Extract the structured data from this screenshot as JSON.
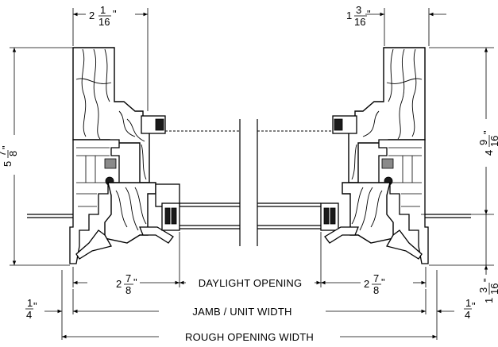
{
  "labels": {
    "daylight_opening": "DAYLIGHT OPENING",
    "jamb_unit_width": "JAMB / UNIT WIDTH",
    "rough_opening_width": "ROUGH OPENING WIDTH"
  },
  "dimensions": {
    "top_left": {
      "whole": "2",
      "num": "1",
      "den": "16",
      "unit": "\""
    },
    "top_right": {
      "whole": "1",
      "num": "3",
      "den": "16",
      "unit": "\""
    },
    "left_height": {
      "whole": "5",
      "num": "7",
      "den": "8",
      "unit": "\""
    },
    "right_height": {
      "whole": "4",
      "num": "9",
      "den": "16",
      "unit": "\""
    },
    "right_small": {
      "whole": "1",
      "num": "3",
      "den": "16",
      "unit": "\""
    },
    "bottom_left_sash": {
      "whole": "2",
      "num": "7",
      "den": "8",
      "unit": "\""
    },
    "bottom_right_sash": {
      "whole": "2",
      "num": "7",
      "den": "8",
      "unit": "\""
    },
    "left_shim": {
      "num": "1",
      "den": "4",
      "unit": "\""
    },
    "right_shim": {
      "num": "1",
      "den": "4",
      "unit": "\""
    }
  }
}
